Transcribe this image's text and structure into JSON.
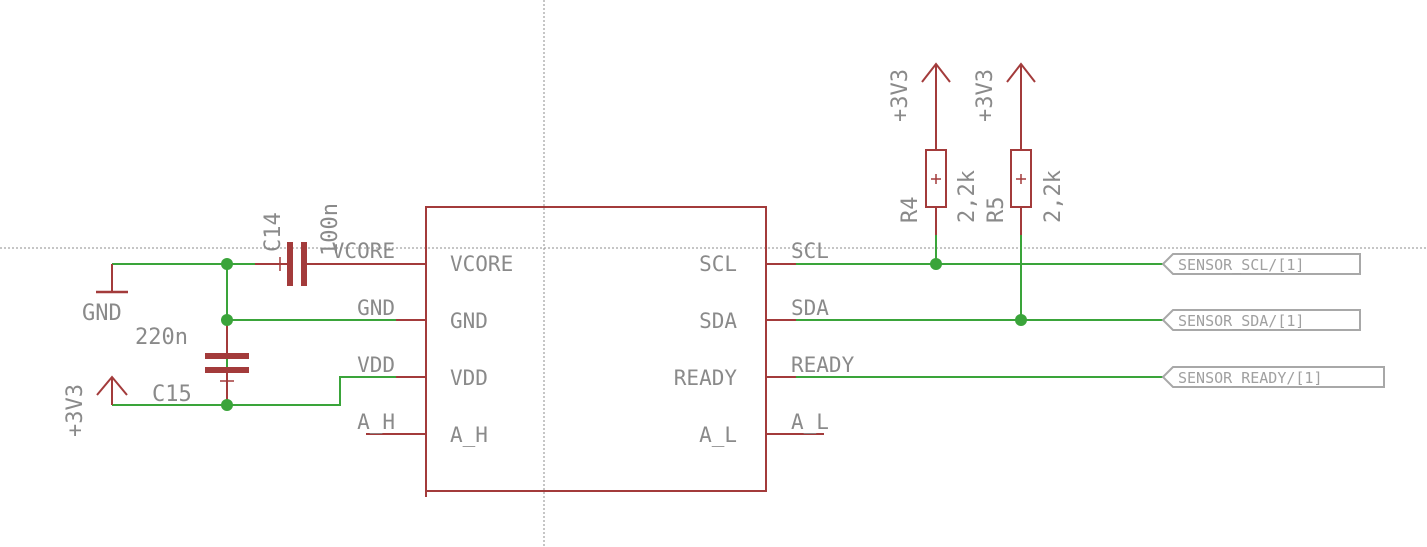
{
  "colors": {
    "part": "#a33b3b",
    "net": "#3aa43a",
    "junction": "#3aa43a",
    "text": "#8a8a8a",
    "label_frame": "#a8a8a8",
    "crosshair": "#8c8c8c",
    "background": "#ffffff"
  },
  "ic": {
    "pins_left": [
      "VCORE",
      "GND",
      "VDD",
      "A_H"
    ],
    "pins_right": [
      "SCL",
      "SDA",
      "READY",
      "A_L"
    ],
    "nets_left": [
      "VCORE",
      "GND",
      "VDD",
      "A_H"
    ],
    "nets_right": [
      "SCL",
      "SDA",
      "READY",
      "A_L"
    ]
  },
  "c14": {
    "name": "C14",
    "value": "100n"
  },
  "c15": {
    "name": "C15",
    "value": "220n"
  },
  "gnd_symbol": {
    "label": "GND"
  },
  "supply_left": {
    "label": "+3V3"
  },
  "supply_r4": {
    "label": "+3V3"
  },
  "supply_r5": {
    "label": "+3V3"
  },
  "r4": {
    "name": "R4",
    "value": "2,2k"
  },
  "r5": {
    "name": "R5",
    "value": "2,2k"
  },
  "net_labels": {
    "scl": "SENSOR_SCL/[1]",
    "sda": "SENSOR_SDA/[1]",
    "ready": "SENSOR_READY/[1]"
  }
}
